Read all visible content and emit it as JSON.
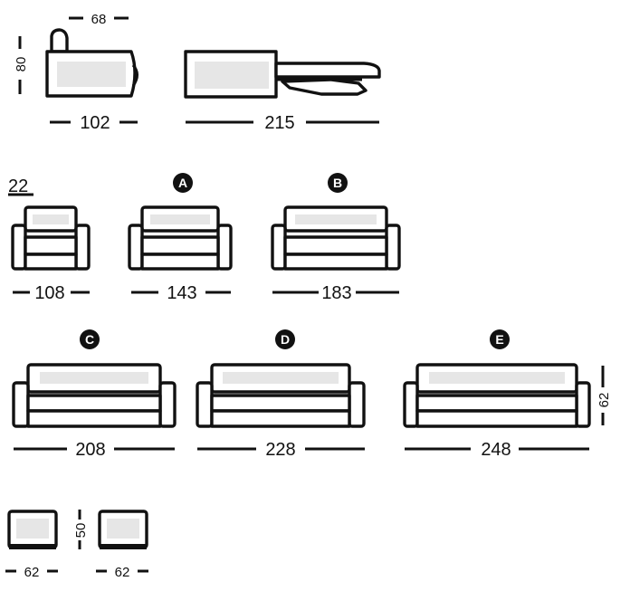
{
  "side_views": {
    "seat_depth_label": "68",
    "height_label": "80",
    "depth_label": "102",
    "open_length_label": "215"
  },
  "armrest_label": "22",
  "models": [
    {
      "badge": "",
      "width_label": "108"
    },
    {
      "badge": "A",
      "width_label": "143"
    },
    {
      "badge": "B",
      "width_label": "183"
    },
    {
      "badge": "C",
      "width_label": "208"
    },
    {
      "badge": "D",
      "width_label": "228"
    },
    {
      "badge": "E",
      "width_label": "248"
    }
  ],
  "sofa_height_label": "62",
  "poufs": {
    "height_label": "50",
    "items": [
      {
        "width_label": "62"
      },
      {
        "width_label": "62"
      }
    ]
  }
}
